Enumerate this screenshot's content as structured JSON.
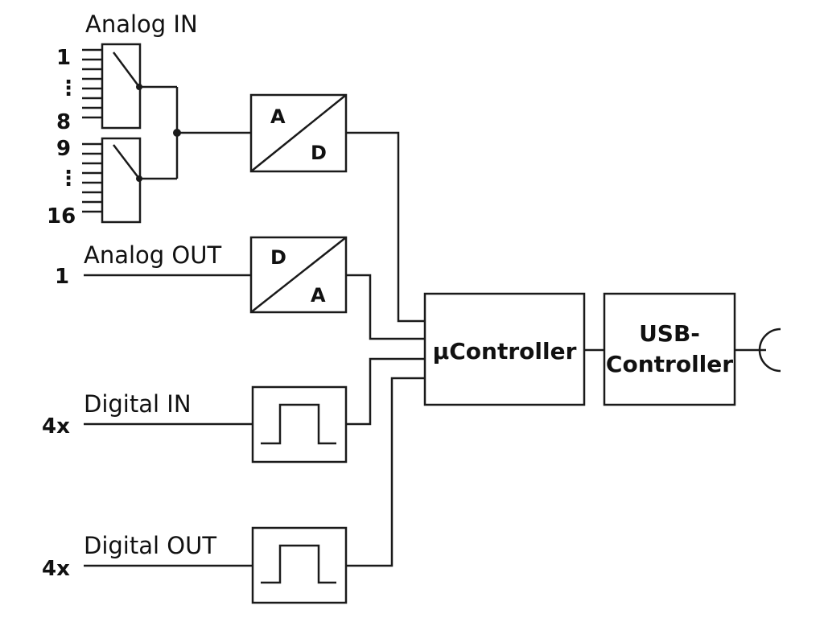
{
  "analog_in": {
    "title": "Analog IN",
    "mux1_top": "1",
    "mux1_dots": "⋮",
    "mux1_bottom": "8",
    "mux2_top": "9",
    "mux2_dots": "⋮",
    "mux2_bottom": "16"
  },
  "adc": {
    "top": "A",
    "bottom": "D"
  },
  "analog_out": {
    "title": "Analog OUT",
    "count": "1"
  },
  "dac": {
    "top": "D",
    "bottom": "A"
  },
  "digital_in": {
    "title": "Digital IN",
    "count": "4x"
  },
  "digital_out": {
    "title": "Digital OUT",
    "count": "4x"
  },
  "micro": {
    "label": "µController"
  },
  "usb": {
    "line1": "USB-",
    "line2": "Controller"
  }
}
